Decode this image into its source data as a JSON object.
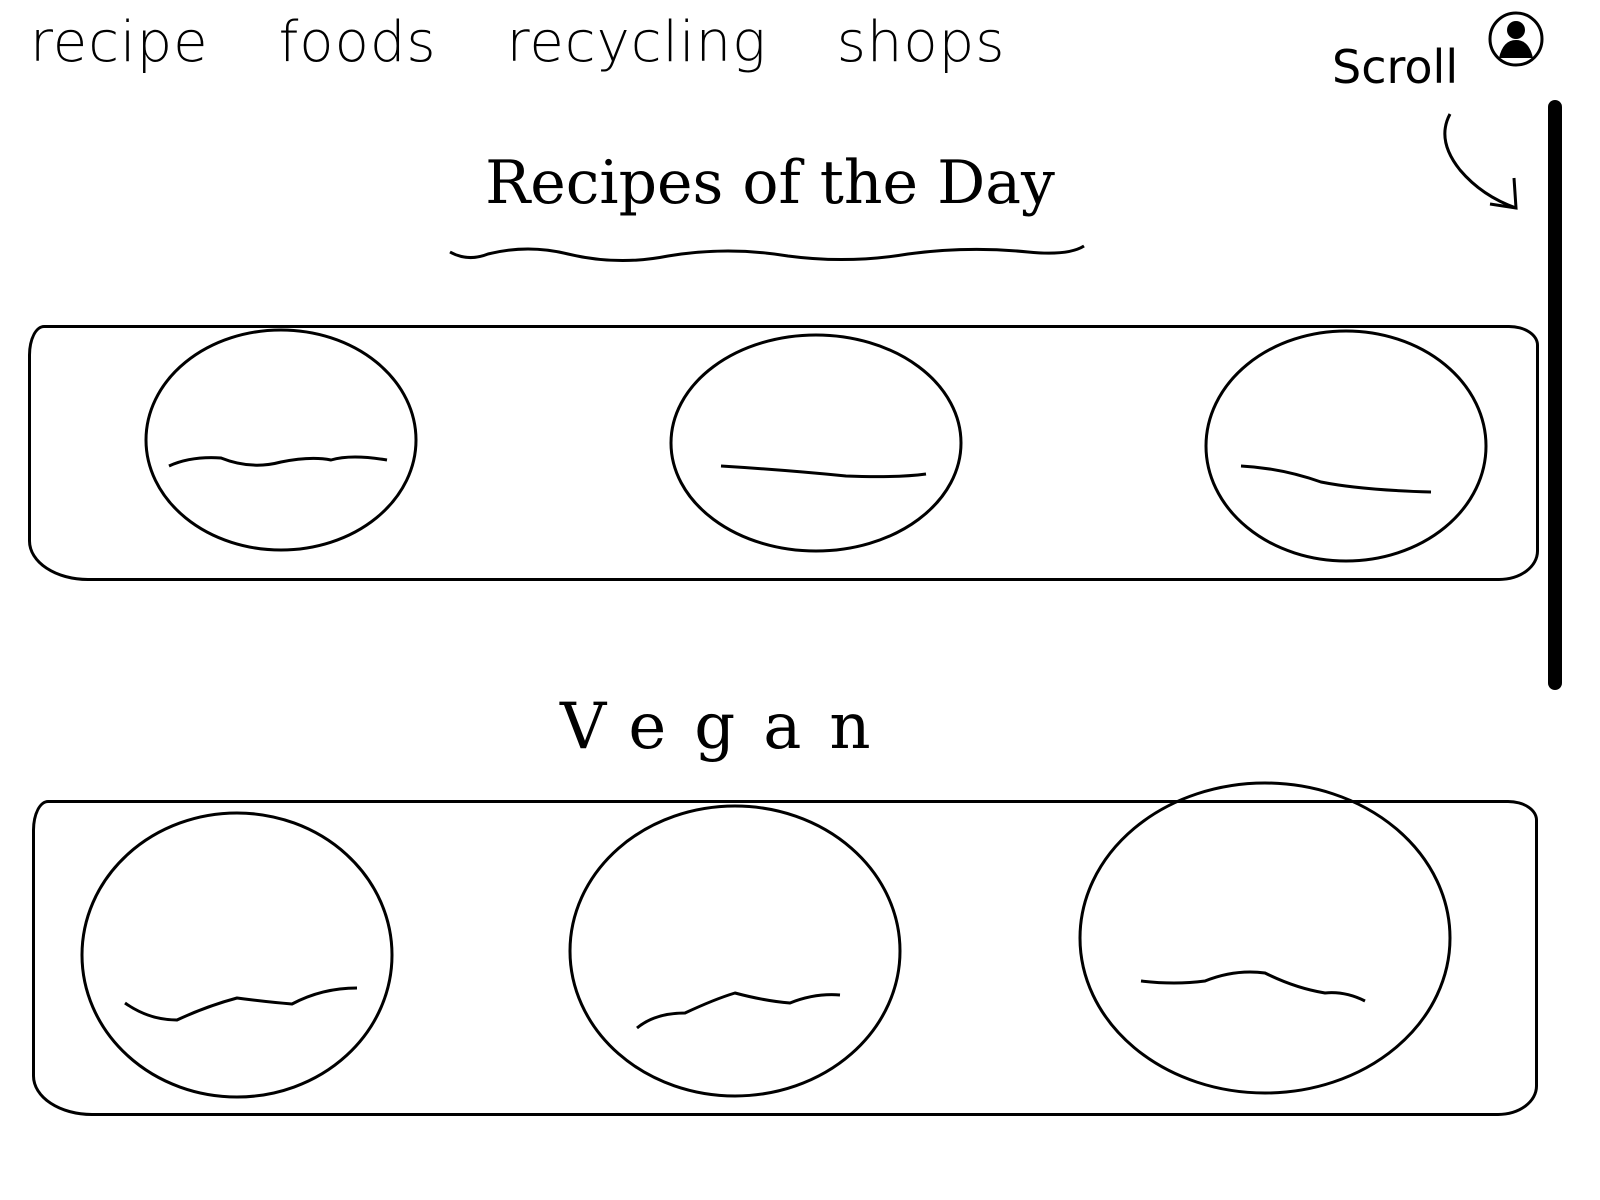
{
  "nav": {
    "items": [
      {
        "label": "recipe"
      },
      {
        "label": "foods"
      },
      {
        "label": "recycling"
      },
      {
        "label": "shops"
      }
    ]
  },
  "annotation": {
    "scroll_label": "Scroll"
  },
  "sections": [
    {
      "title": "Recipes of the Day",
      "cards": 3
    },
    {
      "title": "Vegan",
      "cards": 3
    }
  ],
  "icons": {
    "profile": "user-avatar-icon",
    "scroll_arrow": "curved-arrow-icon"
  }
}
